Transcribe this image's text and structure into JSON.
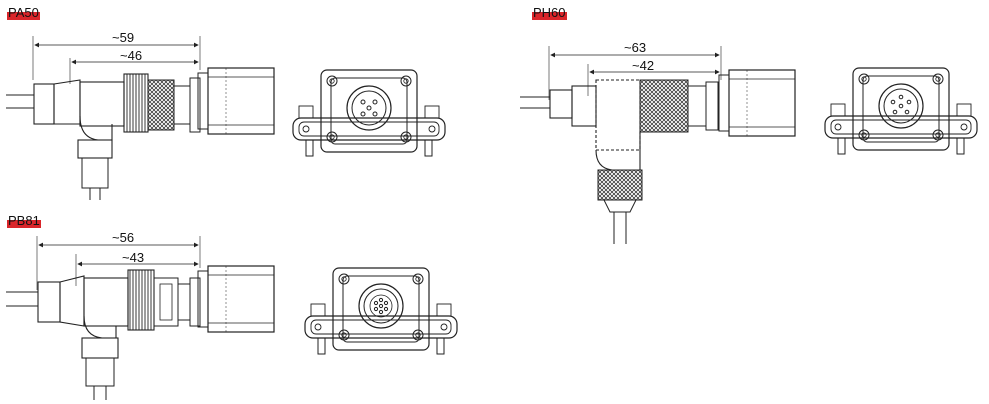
{
  "variants": [
    {
      "name": "PA50",
      "overall": "~59",
      "inner": "~46"
    },
    {
      "name": "PH60",
      "overall": "~63",
      "inner": "~42"
    },
    {
      "name": "PB81",
      "overall": "~56",
      "inner": "~43"
    }
  ],
  "colors": {
    "label_bar": "#d9252a",
    "line": "#222222"
  }
}
